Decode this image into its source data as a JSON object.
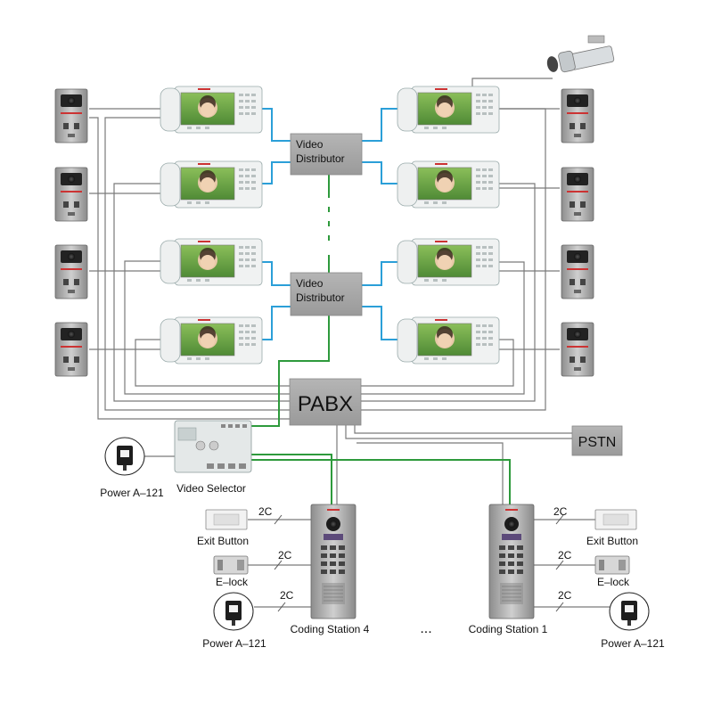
{
  "labels": {
    "video_distributor": "Video\nDistributor",
    "pabx": "PABX",
    "pstn": "PSTN",
    "video_selector": "Video Selector",
    "power": "Power A–121",
    "exit_button": "Exit Button",
    "elock": "E–lock",
    "coding_station_4": "Coding Station 4",
    "coding_station_1": "Coding Station 1",
    "ellipsis": "...",
    "wire_2c": "2C"
  },
  "colors": {
    "video_wire": "#2b9fd8",
    "bus_wire": "#2e9a3c",
    "signal_wire": "#7a7a7a",
    "box_fill": "#a6a6a6",
    "monitor_screen": "#6aa84f"
  }
}
